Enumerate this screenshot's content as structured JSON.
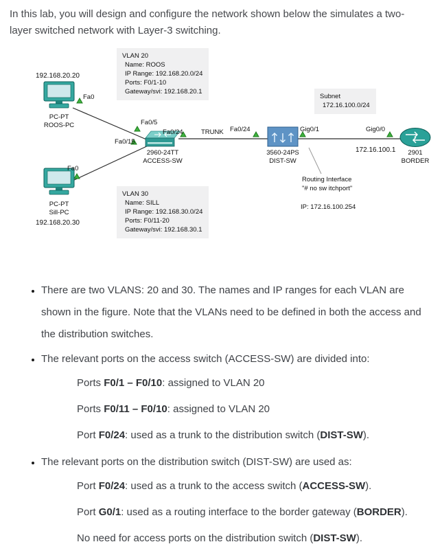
{
  "intro": "In this lab, you will design and configure the network shown below the simulates a two-layer switched network with Layer-3 switching.",
  "diagram": {
    "vlan20": {
      "title": "VLAN 20",
      "name": "Name: ROOS",
      "range": "IP Range: 192.168.20.0/24",
      "ports": "Ports: F0/1-10",
      "gateway": "Gateway/svi: 192.168.20.1"
    },
    "vlan30": {
      "title": "VLAN 30",
      "name": "Name: SILL",
      "range": "IP Range: 192.168.30.0/24",
      "ports": "Ports: F0/11-20",
      "gateway": "Gateway/svi: 192.168.30.1"
    },
    "subnet": {
      "title": "Subnet",
      "value": "172.16.100.0/24"
    },
    "pc_top": {
      "ip": "192.168.20.20",
      "port": "Fa0",
      "type": "PC-PT",
      "name": "ROOS-PC"
    },
    "pc_bottom": {
      "ip": "192.168.20.30",
      "port": "Fa0",
      "type": "PC-PT",
      "name": "Sill-PC"
    },
    "access_sw": {
      "model": "2960-24TT",
      "name": "ACCESS-SW",
      "port_top": "Fa0/5",
      "port_bottom": "Fa0/15",
      "port_trunk": "Fa0/24"
    },
    "trunk": "TRUNK",
    "dist_sw": {
      "model": "3560-24PS",
      "name": "DIST-SW",
      "port_trunk": "Fa0/24",
      "port_router": "Gig0/1"
    },
    "border": {
      "model": "2901",
      "name": "BORDER",
      "port": "Gig0/0",
      "ip": "172.16.100.1"
    },
    "routing_note": {
      "line1": "Routing Interface",
      "line2": "\"# no sw itchport\"",
      "ip": "IP:   172.16.100.254"
    }
  },
  "notes": {
    "b1": "There are two VLANS: 20 and 30. The names and IP ranges for each VLAN are shown in the figure. Note that the VLANs need to be defined in both the access and the distribution switches.",
    "b2_head": "The relevant ports on the access switch (ACCESS-SW) are divided into:",
    "b2_subs": [
      {
        "pre": "Ports ",
        "b1": "F0/1 – F0/10",
        "mid": ": assigned to VLAN 20"
      },
      {
        "pre": "Ports ",
        "b1": "F0/11 – F0/10",
        "mid": ": assigned to VLAN 20"
      },
      {
        "pre": "Port ",
        "b1": "F0/24",
        "mid": ": used as a trunk to the distribution switch (",
        "b2": "DIST-SW",
        "post": ")."
      }
    ],
    "b3_head": "The relevant ports on the distribution switch (DIST-SW) are used as:",
    "b3_subs": [
      {
        "pre": "Port ",
        "b1": "F0/24",
        "mid": ": used as a trunk to the access switch (",
        "b2": "ACCESS-SW",
        "post": ")."
      },
      {
        "pre": "Port ",
        "b1": "G0/1",
        "mid": ": used as a routing interface to the border gateway (",
        "b2": "BORDER",
        "post": ")."
      },
      {
        "pre": "No need for access ports on the distribution switch (",
        "b2": "DIST-SW",
        "post": ")."
      }
    ]
  }
}
